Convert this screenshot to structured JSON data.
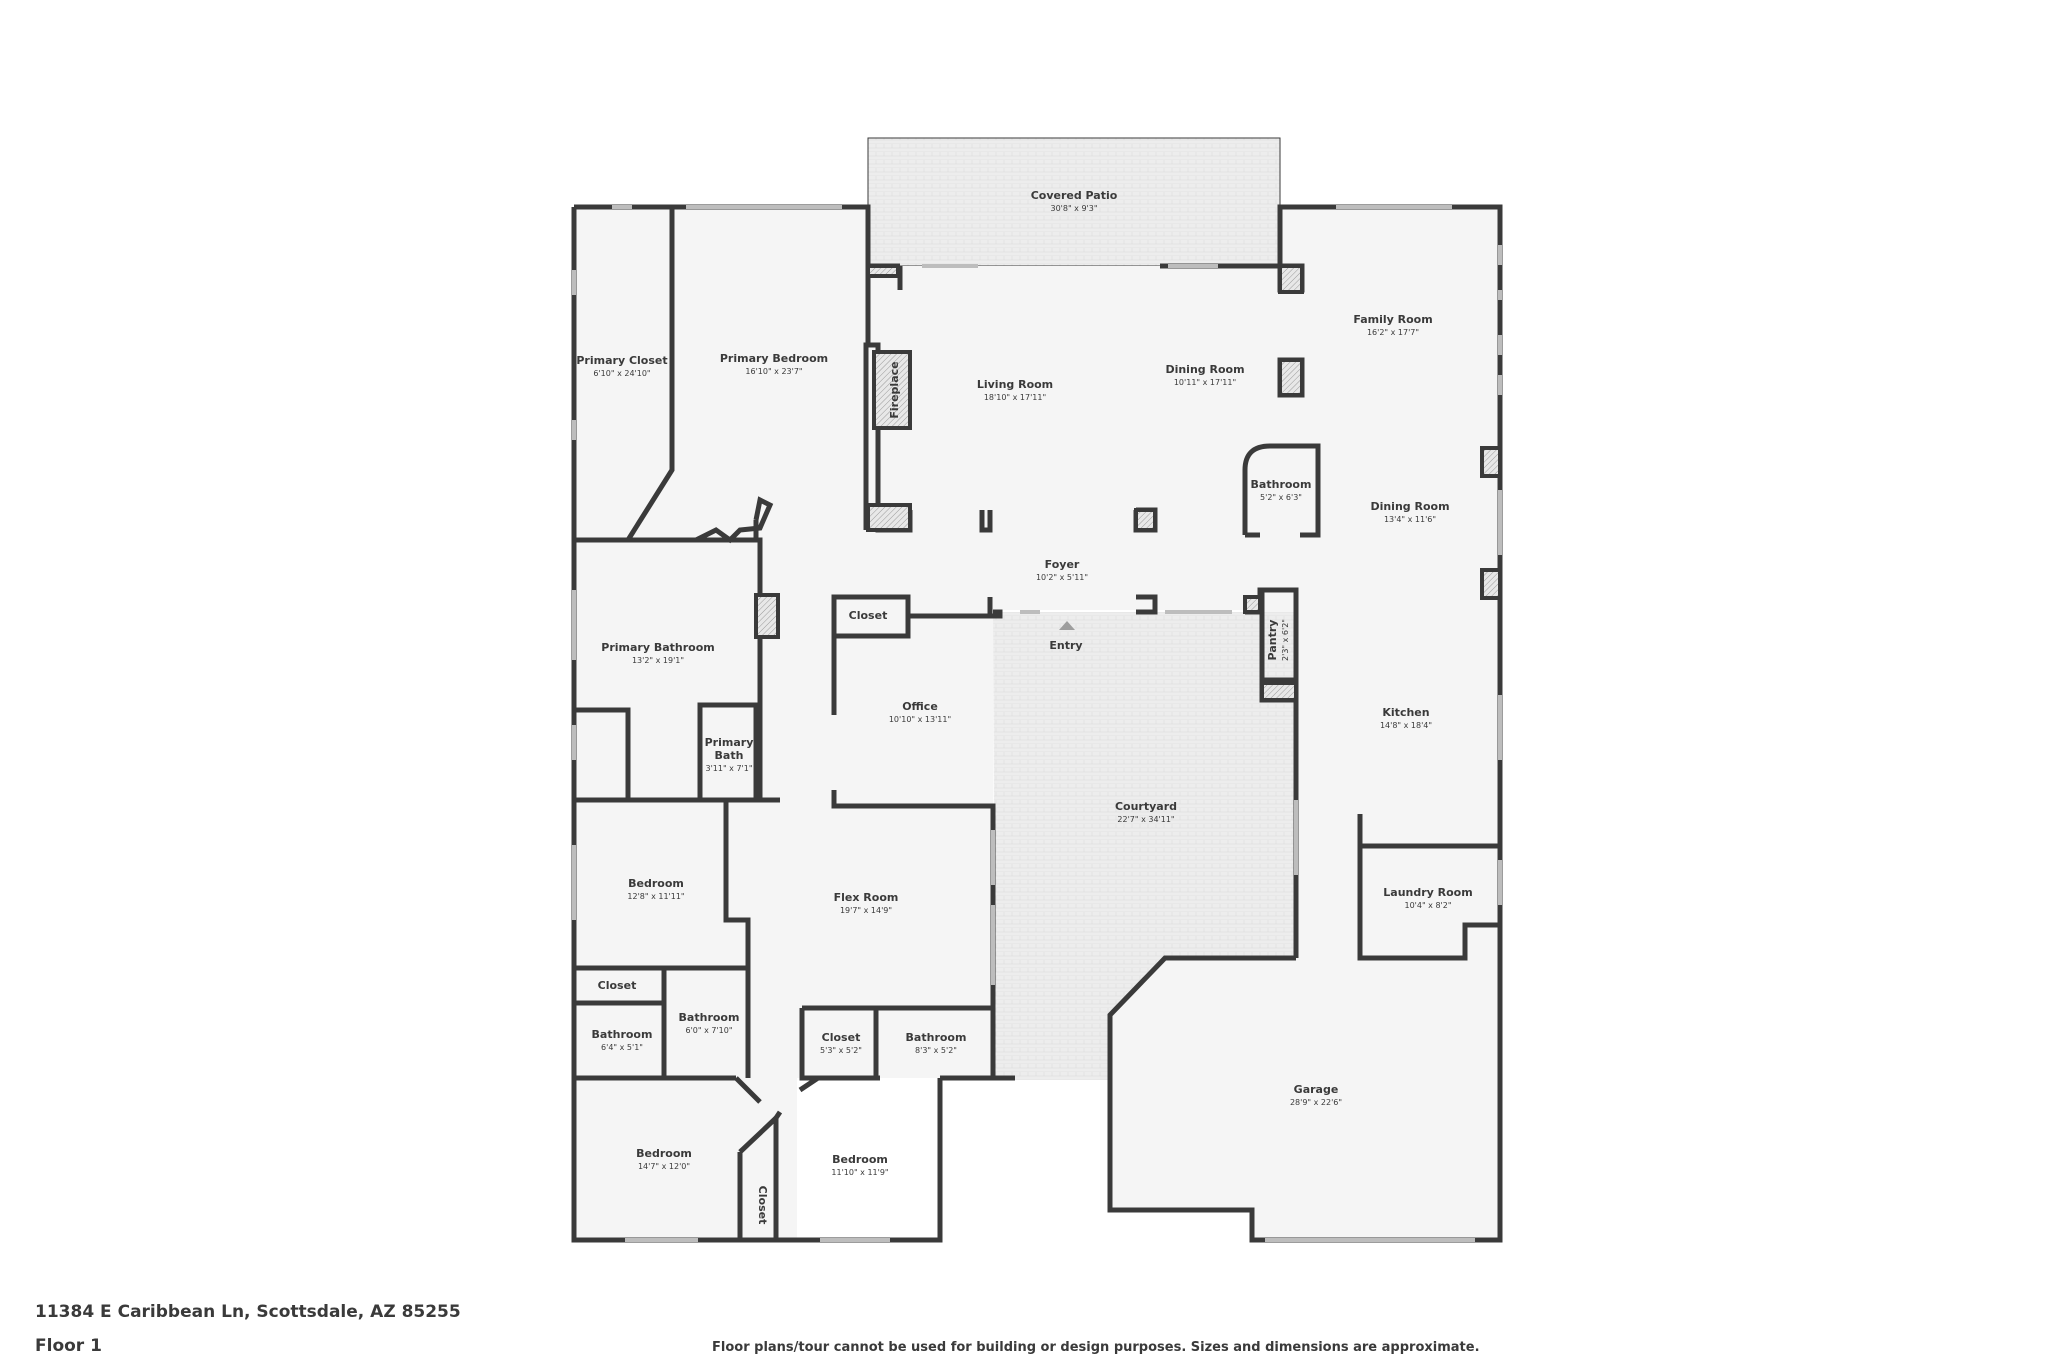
{
  "footer": {
    "address": "11384 E Caribbean Ln, Scottsdale, AZ 85255",
    "floor": "Floor 1",
    "disclaimer": "Floor plans/tour cannot be used for building or design purposes. Sizes and dimensions are approximate."
  },
  "rooms": {
    "covered_patio": {
      "name": "Covered Patio",
      "dim": "30'8\" x 9'3\""
    },
    "primary_closet": {
      "name": "Primary Closet",
      "dim": "6'10\" x 24'10\""
    },
    "primary_bedroom": {
      "name": "Primary Bedroom",
      "dim": "16'10\" x 23'7\""
    },
    "fireplace": {
      "name": "Fireplace"
    },
    "living_room": {
      "name": "Living Room",
      "dim": "18'10\" x 17'11\""
    },
    "dining_room_1": {
      "name": "Dining Room",
      "dim": "10'11\" x 17'11\""
    },
    "family_room": {
      "name": "Family Room",
      "dim": "16'2\" x 17'7\""
    },
    "bathroom_center": {
      "name": "Bathroom",
      "dim": "5'2\" x 6'3\""
    },
    "dining_room_2": {
      "name": "Dining Room",
      "dim": "13'4\" x 11'6\""
    },
    "foyer": {
      "name": "Foyer",
      "dim": "10'2\" x 5'11\""
    },
    "closet_office": {
      "name": "Closet"
    },
    "entry": {
      "name": "Entry"
    },
    "pantry": {
      "name": "Pantry",
      "dim": "2'3\" x 6'2\""
    },
    "primary_bathroom": {
      "name": "Primary Bathroom",
      "dim": "13'2\" x 19'1\""
    },
    "office": {
      "name": "Office",
      "dim": "10'10\" x 13'11\""
    },
    "kitchen": {
      "name": "Kitchen",
      "dim": "14'8\" x 18'4\""
    },
    "primary_bath": {
      "name1": "Primary",
      "name2": "Bath",
      "dim": "3'11\" x 7'1\""
    },
    "courtyard": {
      "name": "Courtyard",
      "dim": "22'7\" x 34'11\""
    },
    "bedroom_1": {
      "name": "Bedroom",
      "dim": "12'8\" x 11'11\""
    },
    "flex_room": {
      "name": "Flex Room",
      "dim": "19'7\" x 14'9\""
    },
    "laundry_room": {
      "name": "Laundry Room",
      "dim": "10'4\" x 8'2\""
    },
    "closet_left": {
      "name": "Closet"
    },
    "bathroom_mid": {
      "name": "Bathroom",
      "dim": "6'0\" x 7'10\""
    },
    "bathroom_left": {
      "name": "Bathroom",
      "dim": "6'4\" x 5'1\""
    },
    "closet_flex": {
      "name": "Closet",
      "dim": "5'3\" x 5'2\""
    },
    "bathroom_flex": {
      "name": "Bathroom",
      "dim": "8'3\" x 5'2\""
    },
    "garage": {
      "name": "Garage",
      "dim": "28'9\" x 22'6\""
    },
    "bedroom_2": {
      "name": "Bedroom",
      "dim": "14'7\" x 12'0\""
    },
    "bedroom_3": {
      "name": "Bedroom",
      "dim": "11'10\" x 11'9\""
    },
    "closet_vertical": {
      "name": "Closet"
    }
  },
  "colors": {
    "wall": "#3a3a3a",
    "floor": "#f5f5f5",
    "window": "#cfcfcf",
    "paving": "#e6e6e6"
  }
}
